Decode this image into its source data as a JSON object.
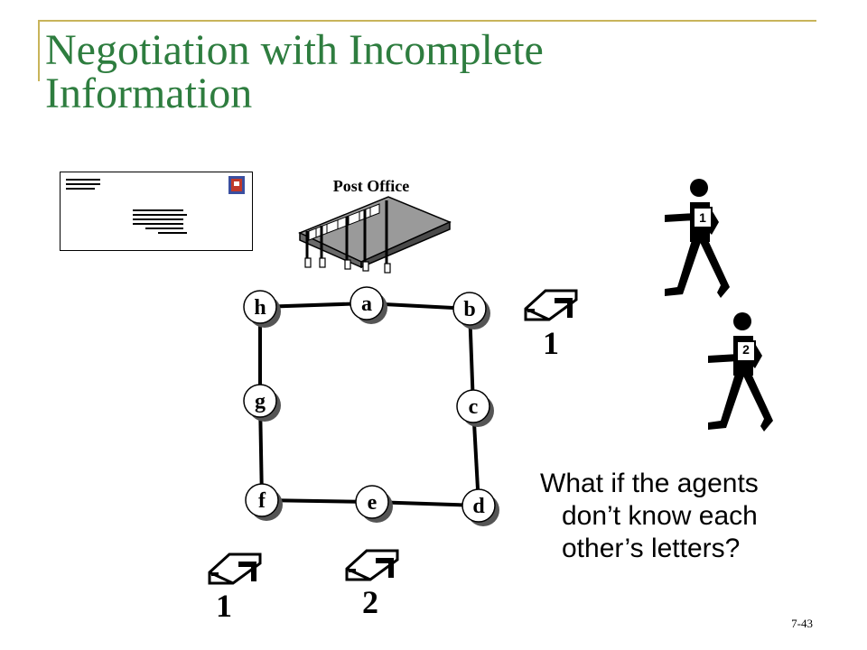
{
  "slide": {
    "title_line1": "Negotiation with Incomplete",
    "title_line2": "Information",
    "question_line1": "What if the agents",
    "question_line2": "don’t know each",
    "question_line3": "other’s letters?",
    "slide_number": "7-43"
  },
  "post_office": {
    "label": "Post Office"
  },
  "graph": {
    "nodes": [
      {
        "id": "h",
        "label": "h"
      },
      {
        "id": "a",
        "label": "a"
      },
      {
        "id": "b",
        "label": "b"
      },
      {
        "id": "c",
        "label": "c"
      },
      {
        "id": "d",
        "label": "d"
      },
      {
        "id": "e",
        "label": "e"
      },
      {
        "id": "f",
        "label": "f"
      },
      {
        "id": "g",
        "label": "g"
      }
    ],
    "edges": [
      [
        "h",
        "a"
      ],
      [
        "a",
        "b"
      ],
      [
        "b",
        "c"
      ],
      [
        "c",
        "d"
      ],
      [
        "d",
        "e"
      ],
      [
        "e",
        "f"
      ],
      [
        "f",
        "g"
      ],
      [
        "g",
        "h"
      ]
    ]
  },
  "mailboxes": [
    {
      "id": "mailbox-b",
      "label": "1"
    },
    {
      "id": "mailbox-f",
      "label": "1"
    },
    {
      "id": "mailbox-e",
      "label": "2"
    }
  ],
  "agents": [
    {
      "id": "agent-1",
      "label": "1"
    },
    {
      "id": "agent-2",
      "label": "2"
    }
  ],
  "colors": {
    "title": "#2e7d3f",
    "rule": "#c8b45a",
    "node_fill": "#ffffff",
    "node_shadow": "#555555",
    "stamp": "#c0392b"
  }
}
